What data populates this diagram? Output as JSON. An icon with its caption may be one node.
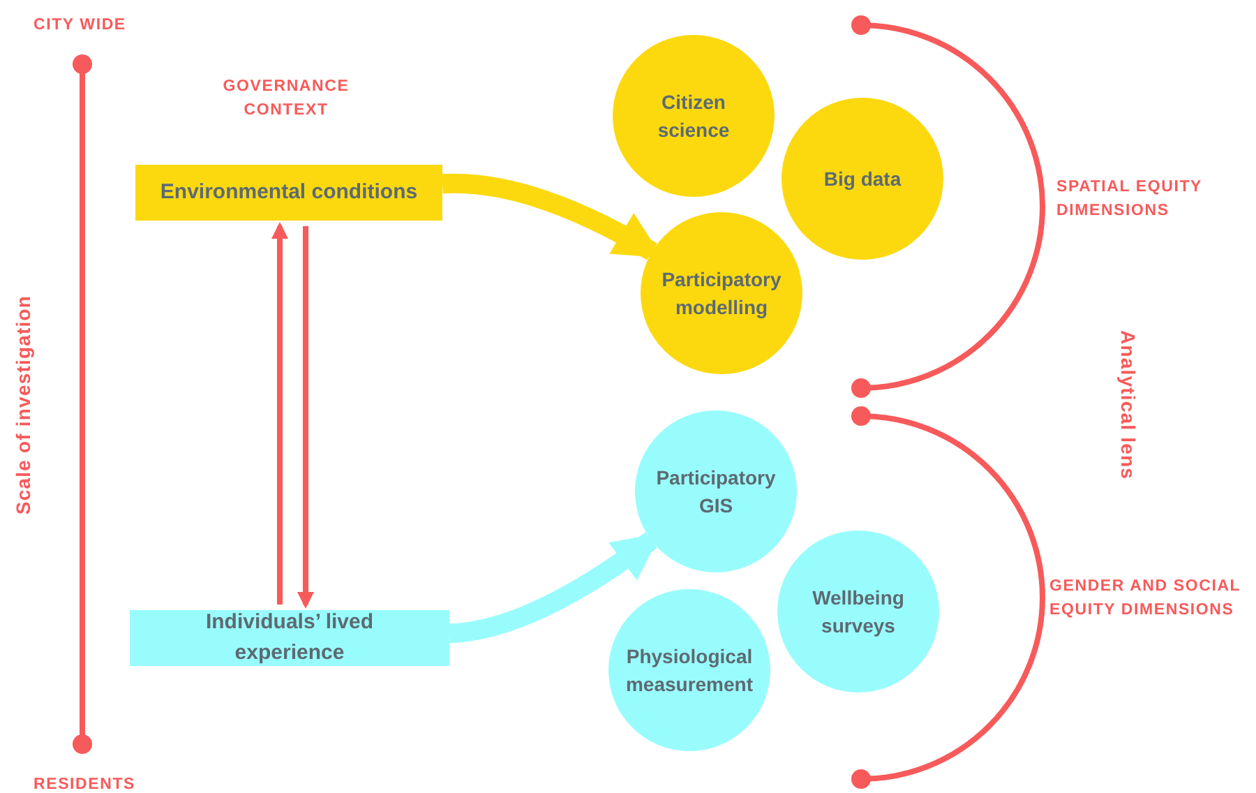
{
  "diagram": {
    "nodes": [
      {
        "text": [
          "Environmental conditions"
        ]
      },
      {
        "text": [
          "Citizen science"
        ]
      },
      {
        "text": [
          "Big data"
        ]
      },
      {
        "text": [
          "Participatory modelling"
        ]
      },
      {
        "text": [
          "Individuals’ lived experience"
        ]
      },
      {
        "text": [
          "Participatory GIS"
        ]
      },
      {
        "text": [
          "Wellbeing surveys"
        ]
      },
      {
        "text": [
          "Physiological measurement"
        ]
      }
    ],
    "edges": [
      {
        "from": 0,
        "to": 3,
        "arrow": "to",
        "style": "thick",
        "color": "#fcd90f"
      },
      {
        "from": 4,
        "to": 5,
        "arrow": "to",
        "style": "thick",
        "color": "#99fcfc"
      },
      {
        "from": 4,
        "to": 0,
        "arrow": "to",
        "color": "#f75a5a"
      },
      {
        "from": 0,
        "to": 4,
        "arrow": "to",
        "color": "#f75a5a"
      }
    ],
    "labels": [
      "CITY WIDE",
      "GOVERNANCE CONTEXT",
      "Scale of investigation",
      "SPATIAL EQUITY DIMENSIONS",
      "Analytical lens",
      "GENDER AND SOCIAL EQUITY DIMENSIONS",
      "RESIDENTS"
    ]
  }
}
